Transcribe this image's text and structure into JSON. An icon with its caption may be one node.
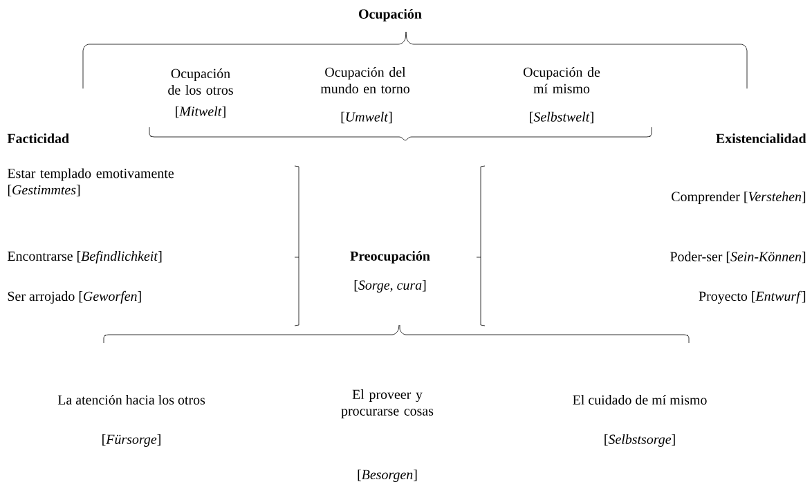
{
  "diagram": {
    "title": "Ocupación",
    "labels": [
      "Ocupación de los otros",
      "[*Mitwelt*]",
      "Ocupación del mundo en torno",
      "[*Umwelt*]",
      "Ocupación de mí mismo",
      "[*Selbstwelt*]",
      "Facticidad",
      "Existencialidad",
      "Estar templado emotivamente [*Gestimmtes*]",
      "Encontrarse [*Befindlichkeit*]",
      "Ser arrojado [*Geworfen*]",
      "Preocupación",
      "[*Sorge*, *cura*]",
      "Comprender [*Verstehen*]",
      "Poder-ser [*Sein-Können*]",
      "Proyecto [*Entwurf*]",
      "La atención hacia los otros",
      "[*Fürsorge*]",
      "El proveer y procurarse cosas",
      "[*Besorgen*]",
      "El cuidado de mí mismo",
      "[*Selbstsorge*]"
    ]
  }
}
